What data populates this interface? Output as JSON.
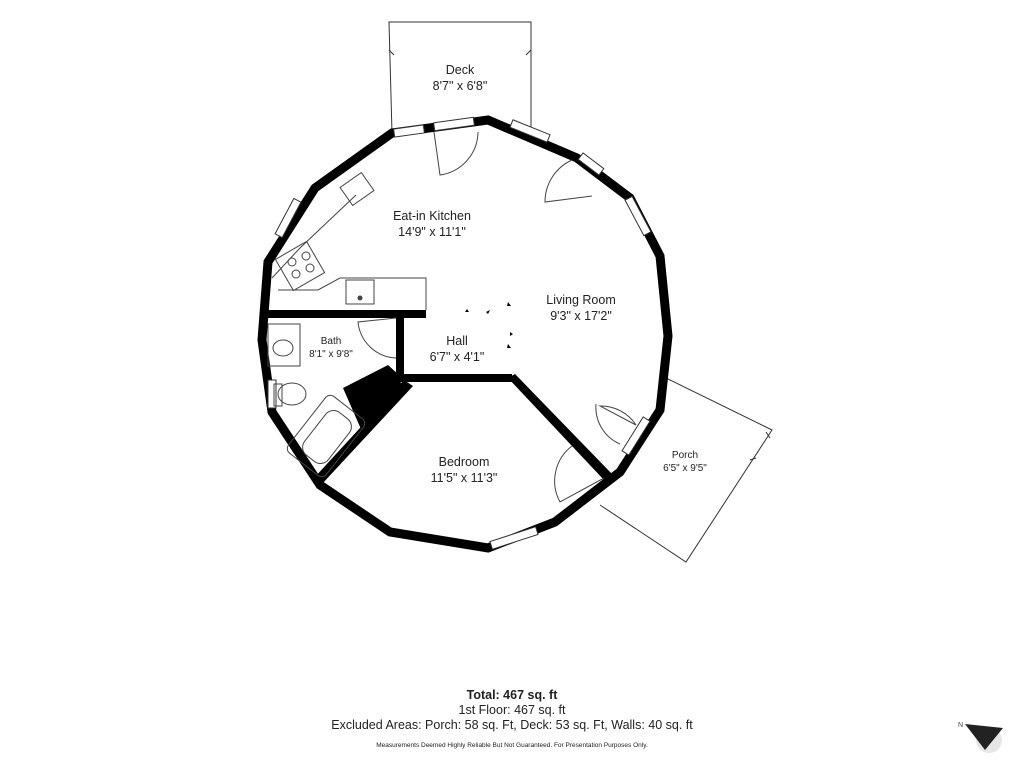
{
  "rooms": [
    {
      "id": "deck",
      "name": "Deck",
      "dims": "8'7\" x 6'8\""
    },
    {
      "id": "eat-in-kitchen",
      "name": "Eat-in Kitchen",
      "dims": "14'9\" x 11'1\""
    },
    {
      "id": "living-room",
      "name": "Living Room",
      "dims": "9'3\" x 17'2\""
    },
    {
      "id": "bath",
      "name": "Bath",
      "dims": "8'1\" x 9'8\""
    },
    {
      "id": "hall",
      "name": "Hall",
      "dims": "6'7\" x 4'1\""
    },
    {
      "id": "bedroom",
      "name": "Bedroom",
      "dims": "11'5\" x 11'3\""
    },
    {
      "id": "porch",
      "name": "Porch",
      "dims": "6'5\" x 9'5\""
    }
  ],
  "summary": {
    "total": "Total: 467 sq. ft",
    "floor": "1st Floor: 467 sq. ft",
    "excluded": "Excluded Areas: Porch: 58 sq. Ft, Deck: 53 sq. Ft, Walls: 40 sq. ft"
  },
  "disclaimer": "Measurements Deemed Highly Reliable But Not Guaranteed. For Presentation Purposes Only.",
  "compass": {
    "north_label": "N"
  },
  "colors": {
    "wall": "#000000",
    "line": "#333333",
    "fixture": "#555555"
  }
}
